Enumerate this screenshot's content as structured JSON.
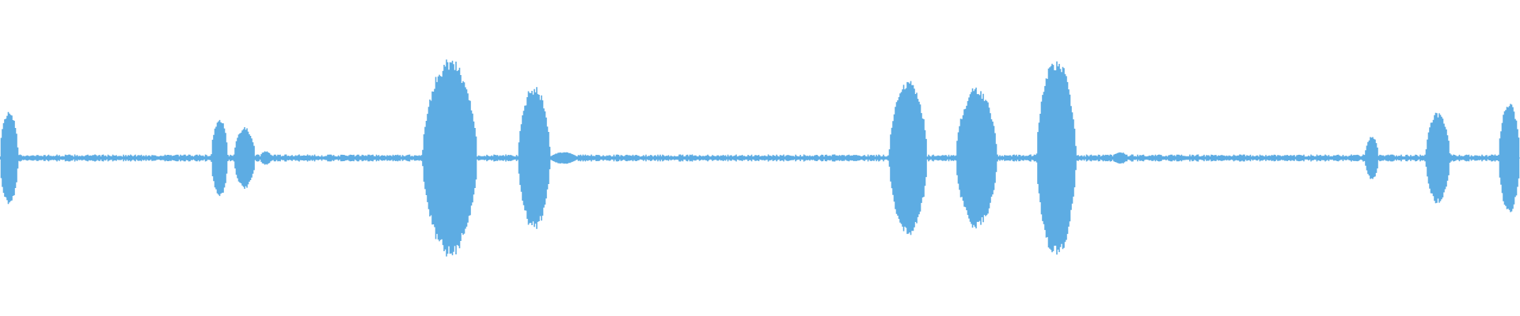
{
  "waveform": {
    "color": "#5dace3",
    "background": "#ffffff",
    "noise_level": 0.035,
    "segments": [
      {
        "start": 0.0,
        "end": 0.012,
        "peak": 0.49
      },
      {
        "start": 0.139,
        "end": 0.15,
        "peak": 0.4
      },
      {
        "start": 0.154,
        "end": 0.168,
        "peak": 0.31
      },
      {
        "start": 0.171,
        "end": 0.179,
        "peak": 0.07
      },
      {
        "start": 0.278,
        "end": 0.314,
        "peak": 0.99
      },
      {
        "start": 0.341,
        "end": 0.362,
        "peak": 0.73
      },
      {
        "start": 0.362,
        "end": 0.38,
        "peak": 0.06
      },
      {
        "start": 0.585,
        "end": 0.61,
        "peak": 0.79
      },
      {
        "start": 0.629,
        "end": 0.656,
        "peak": 0.71
      },
      {
        "start": 0.682,
        "end": 0.708,
        "peak": 1.0
      },
      {
        "start": 0.732,
        "end": 0.742,
        "peak": 0.06
      },
      {
        "start": 0.898,
        "end": 0.907,
        "peak": 0.22
      },
      {
        "start": 0.938,
        "end": 0.954,
        "peak": 0.46
      },
      {
        "start": 0.986,
        "end": 1.0,
        "peak": 0.55
      }
    ]
  }
}
